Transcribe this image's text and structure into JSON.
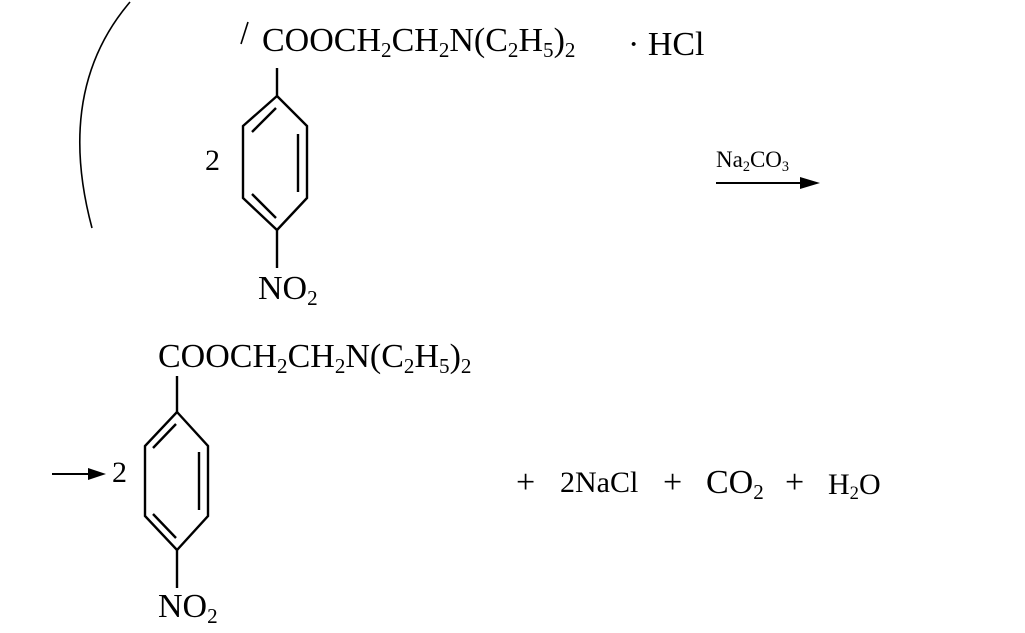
{
  "reactant": {
    "coefficient": "2",
    "ester_group": {
      "main": "COOCH",
      "s1": "2",
      "mid1": "CH",
      "s2": "2",
      "mid2": "N(C",
      "s3": "2",
      "mid3": "H",
      "s4": "5",
      "mid4": ")",
      "s5": "2"
    },
    "salt": "· HCl",
    "nitro_group": {
      "main": "NO",
      "sub": "2"
    }
  },
  "reagent": {
    "main": "Na",
    "s1": "2",
    "mid": "CO",
    "s2": "3"
  },
  "product": {
    "coefficient": "2",
    "ester_group": {
      "main": "COOCH",
      "s1": "2",
      "mid1": "CH",
      "s2": "2",
      "mid2": "N(C",
      "s3": "2",
      "mid3": "H",
      "s4": "5",
      "mid4": ")",
      "s5": "2"
    },
    "nitro_group": {
      "main": "NO",
      "sub": "2"
    }
  },
  "byproducts": {
    "plus1": "+",
    "nacl": "2NaCl",
    "plus2": "+",
    "co2": {
      "main": "CO",
      "sub": "2"
    },
    "plus3": "+",
    "h2o": {
      "main": "H",
      "sub": "2",
      "tail": "O"
    }
  },
  "colors": {
    "ink": "#000000",
    "background": "#ffffff"
  }
}
